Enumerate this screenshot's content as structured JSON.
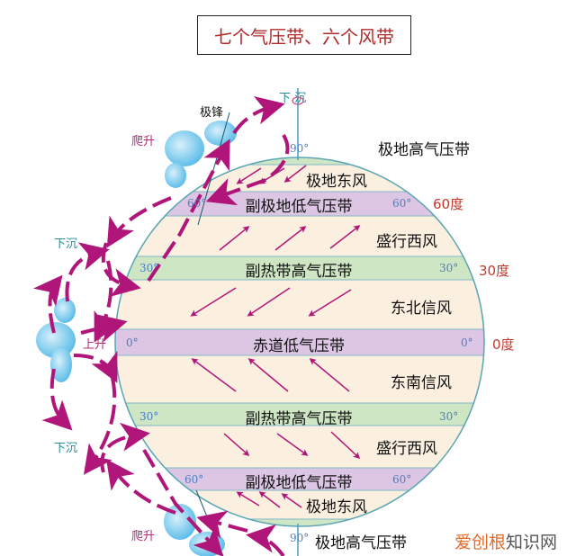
{
  "title": "七个气压带、六个风带",
  "bands": {
    "north_polar_high": "极地高气压带",
    "north_subpolar_low": "副极地低气压带",
    "north_subtropical_high": "副热带高气压带",
    "equatorial_low": "赤道低气压带",
    "south_subtropical_high": "副热带高气压带",
    "south_subpolar_low": "副极地低气压带",
    "south_polar_high": "极地高气压带"
  },
  "winds": {
    "north_polar_easterlies": "极地东风",
    "north_westerlies": "盛行西风",
    "ne_trades": "东北信风",
    "se_trades": "东南信风",
    "south_westerlies": "盛行西风",
    "south_polar_easterlies": "极地东风"
  },
  "degree_labels": {
    "d60": "60度",
    "d30": "30度",
    "d0": "0度"
  },
  "latitude_ticks": {
    "l90": "90°",
    "l60": "60°",
    "l30": "30°",
    "l0": "0°"
  },
  "motion_labels": {
    "sink": "下沉",
    "sink_top": "下 沉",
    "rise": "上升",
    "climb": "爬升",
    "polar_front": "极锋"
  },
  "watermark": {
    "part1": "爱创根",
    "part2": "知识网"
  },
  "colors": {
    "cream": "#fbefdf",
    "purple": "#dcc6e4",
    "green": "#cfe6c4",
    "arrow": "#b0157a",
    "outline": "#5aa5b5",
    "title": "#b02a2a"
  }
}
